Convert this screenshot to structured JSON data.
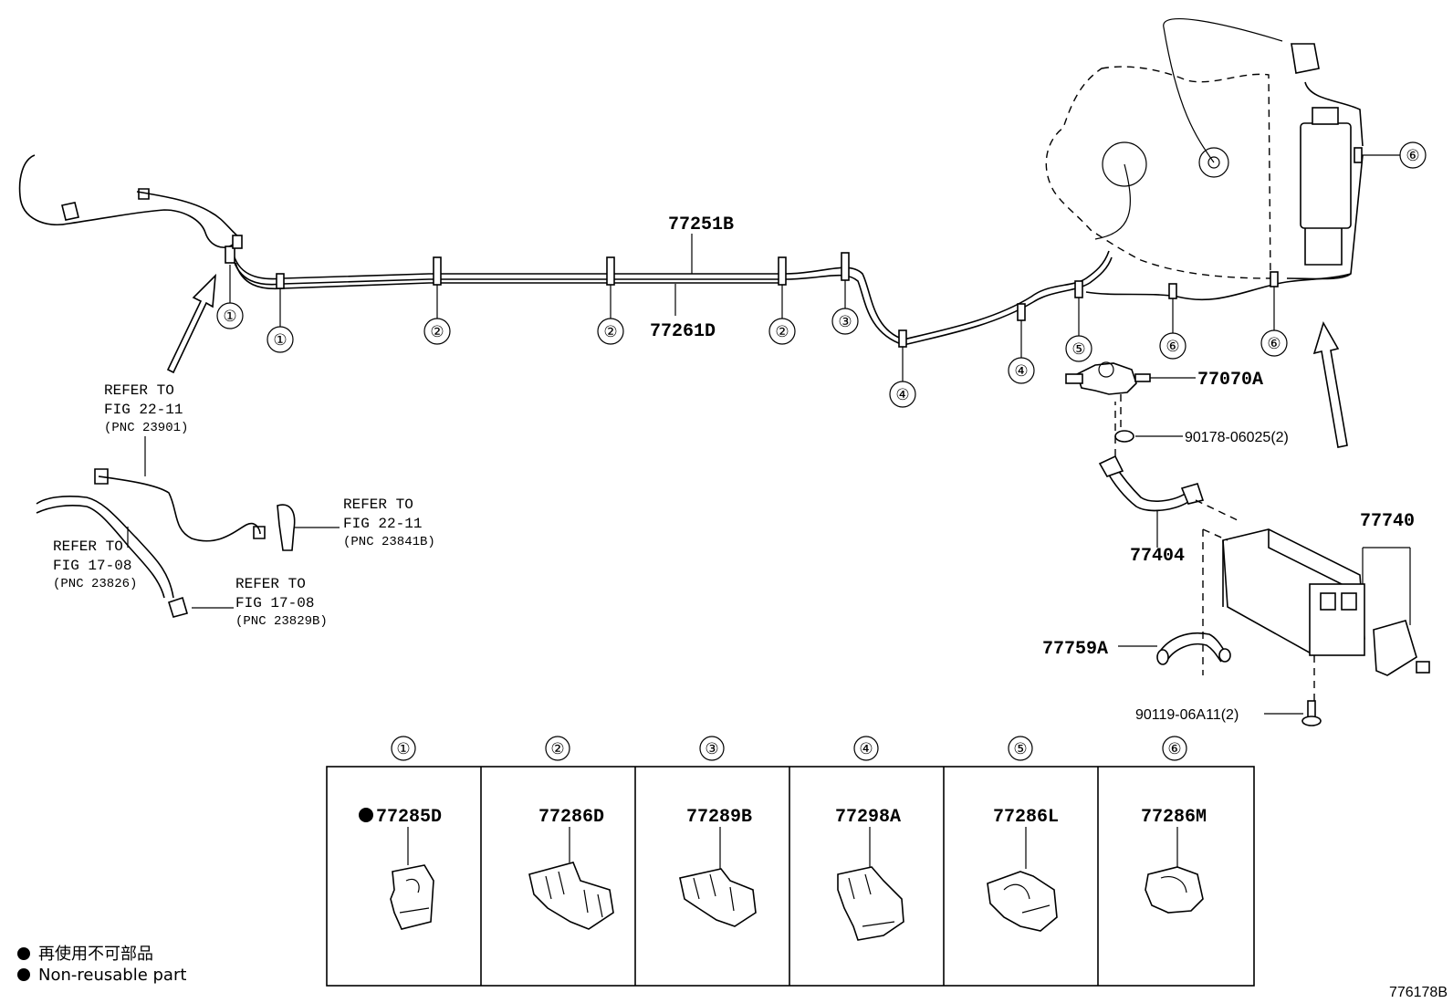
{
  "labels": {
    "p77251B": "77251B",
    "p77261D": "77261D",
    "p77070A": "77070A",
    "p90178": "90178-06025(2)",
    "p77404": "77404",
    "p77740": "77740",
    "p77759A": "77759A",
    "p90119": "90119-06A11(2)"
  },
  "refs": {
    "r1": {
      "l1": "REFER TO",
      "l2": "FIG 22-11",
      "l3": "(PNC 23901)"
    },
    "r2": {
      "l1": "REFER TO",
      "l2": "FIG 22-11",
      "l3": "(PNC 23841B)"
    },
    "r3": {
      "l1": "REFER TO",
      "l2": "FIG 17-08",
      "l3": "(PNC 23826)"
    },
    "r4": {
      "l1": "REFER TO",
      "l2": "FIG 17-08",
      "l3": "(PNC 23829B)"
    }
  },
  "callouts": {
    "c1": "①",
    "c2": "②",
    "c3": "③",
    "c4": "④",
    "c5": "⑤",
    "c6": "⑥"
  },
  "clamp_table": {
    "headers": [
      "①",
      "②",
      "③",
      "④",
      "⑤",
      "⑥"
    ],
    "parts": [
      "77285D",
      "77286D",
      "77289B",
      "77298A",
      "77286L",
      "77286M"
    ],
    "non_reusable_marker": "●"
  },
  "legend": {
    "marker": "●",
    "jp": "再使用不可部品",
    "en": "Non-reusable part"
  },
  "diagram_code": "776178B"
}
